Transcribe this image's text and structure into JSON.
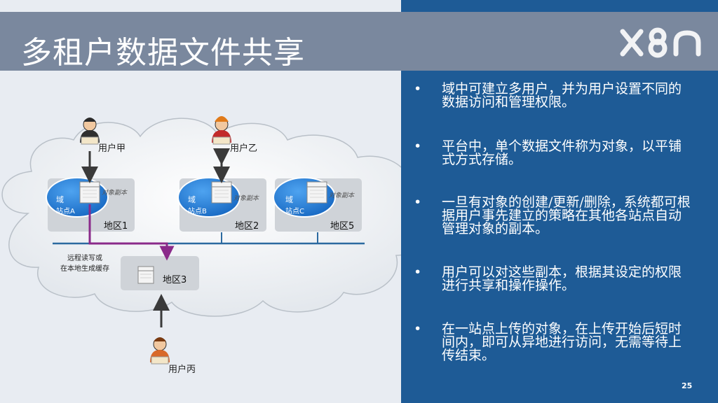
{
  "title": "多租户数据文件共享",
  "bullets": [
    "域中可建立多用户，并为用户设置不同的数据访问和管理权限。",
    "平台中，单个数据文件称为对象，以平铺式方式存储。",
    "一旦有对象的创建/更新/删除，系统都可根据用户事先建立的策略在其他各站点自动管理对象的副本。",
    "用户可以对这些副本，根据其设定的权限进行共享和操作操作。",
    "在一站点上传的对象，在上传开始后短时间内，即可从异地进行访问，无需等待上传结束。"
  ],
  "bullet_symbol": "•",
  "page_number": "25",
  "diagram": {
    "users": [
      "用户甲",
      "用户乙",
      "用户丙"
    ],
    "sites": [
      {
        "domain": "域",
        "site": "站点A",
        "region": "地区1",
        "replica": "对象副本"
      },
      {
        "domain": "域",
        "site": "站点B",
        "region": "地区2",
        "replica": "对象副本"
      },
      {
        "domain": "域",
        "site": "站点C",
        "region": "地区5",
        "replica": "对象副本"
      }
    ],
    "region3": "地区3",
    "remote_note_line1": "远程读写或",
    "remote_note_line2": "在本地生成缓存"
  },
  "colors": {
    "title_bar": "#7a889e",
    "right_panel": "#1e5b96",
    "site_blue": "#1f7fd6",
    "purple_arrow": "#8a2a8a",
    "network_line": "#2c6aa0"
  }
}
